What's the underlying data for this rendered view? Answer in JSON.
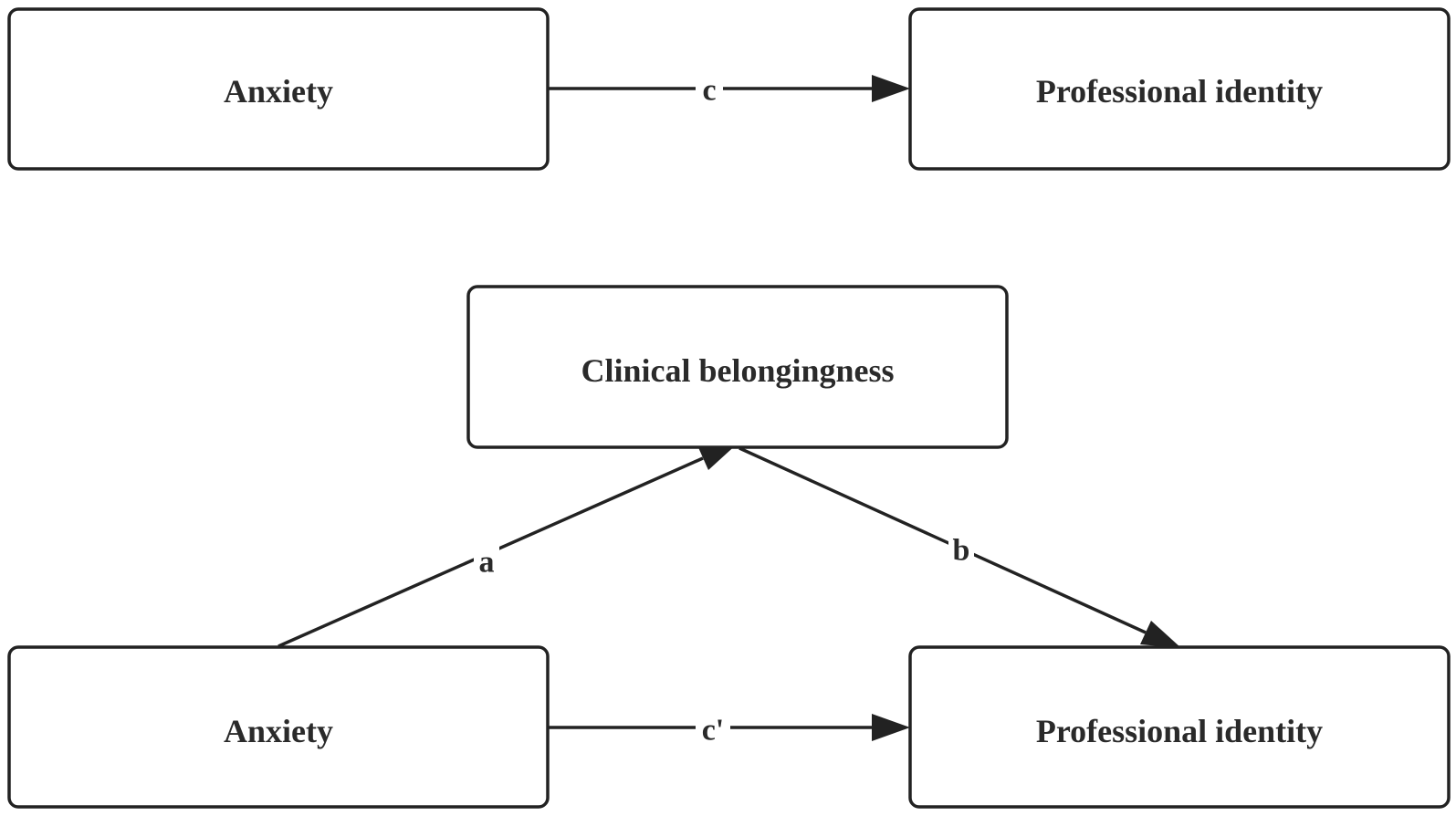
{
  "top_panel": {
    "source_node": {
      "label": "Anxiety"
    },
    "target_node": {
      "label": "Professional identity"
    },
    "path_c": {
      "label": "c"
    }
  },
  "bottom_panel": {
    "mediator_node": {
      "label": "Clinical belongingness"
    },
    "source_node": {
      "label": "Anxiety"
    },
    "target_node": {
      "label": "Professional identity"
    },
    "path_a": {
      "label": "a"
    },
    "path_b": {
      "label": "b"
    },
    "path_c_prime": {
      "label": "c'"
    }
  },
  "colors": {
    "stroke": "#222222",
    "text": "#2a2a2a",
    "background": "#ffffff"
  }
}
